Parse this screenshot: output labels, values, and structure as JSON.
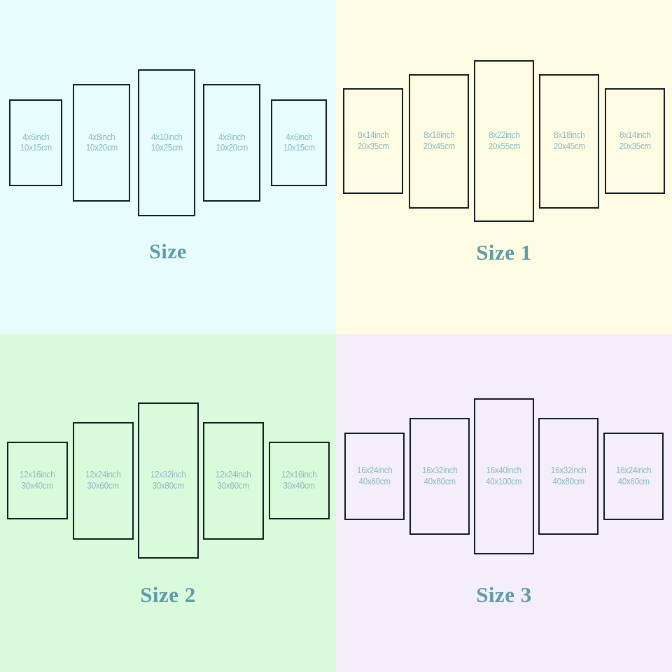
{
  "colors": {
    "label_text": "#8ab8c4",
    "title_text": "#5f9aa8",
    "panel_border": "#121a22",
    "bg_size": "#e7fdfd",
    "bg_size1": "#fdfce3",
    "bg_size2": "#dafadc",
    "bg_size3": "#f4eefa"
  },
  "quadrants": [
    {
      "id": "size",
      "title": "Size",
      "panels": [
        {
          "inch": "4x6inch",
          "cm": "10x15cm"
        },
        {
          "inch": "4x8inch",
          "cm": "10x20cm"
        },
        {
          "inch": "4x10inch",
          "cm": "10x25cm"
        },
        {
          "inch": "4x8inch",
          "cm": "10x20cm"
        },
        {
          "inch": "4x6inch",
          "cm": "10x15cm"
        }
      ]
    },
    {
      "id": "size-1",
      "title": "Size 1",
      "panels": [
        {
          "inch": "8x14inch",
          "cm": "20x35cm"
        },
        {
          "inch": "8x18inch",
          "cm": "20x45cm"
        },
        {
          "inch": "8x22inch",
          "cm": "20x55cm"
        },
        {
          "inch": "8x18inch",
          "cm": "20x45cm"
        },
        {
          "inch": "8x14inch",
          "cm": "20x35cm"
        }
      ]
    },
    {
      "id": "size-2",
      "title": "Size 2",
      "panels": [
        {
          "inch": "12x16inch",
          "cm": "30x40cm"
        },
        {
          "inch": "12x24inch",
          "cm": "30x60cm"
        },
        {
          "inch": "12x32inch",
          "cm": "30x80cm"
        },
        {
          "inch": "12x24inch",
          "cm": "30x60cm"
        },
        {
          "inch": "12x16inch",
          "cm": "30x40cm"
        }
      ]
    },
    {
      "id": "size-3",
      "title": "Size 3",
      "panels": [
        {
          "inch": "16x24inch",
          "cm": "40x60cm"
        },
        {
          "inch": "16x32inch",
          "cm": "40x80cm"
        },
        {
          "inch": "16x40inch",
          "cm": "40x100cm"
        },
        {
          "inch": "16x32inch",
          "cm": "40x80cm"
        },
        {
          "inch": "16x24inch",
          "cm": "40x60cm"
        }
      ]
    }
  ]
}
